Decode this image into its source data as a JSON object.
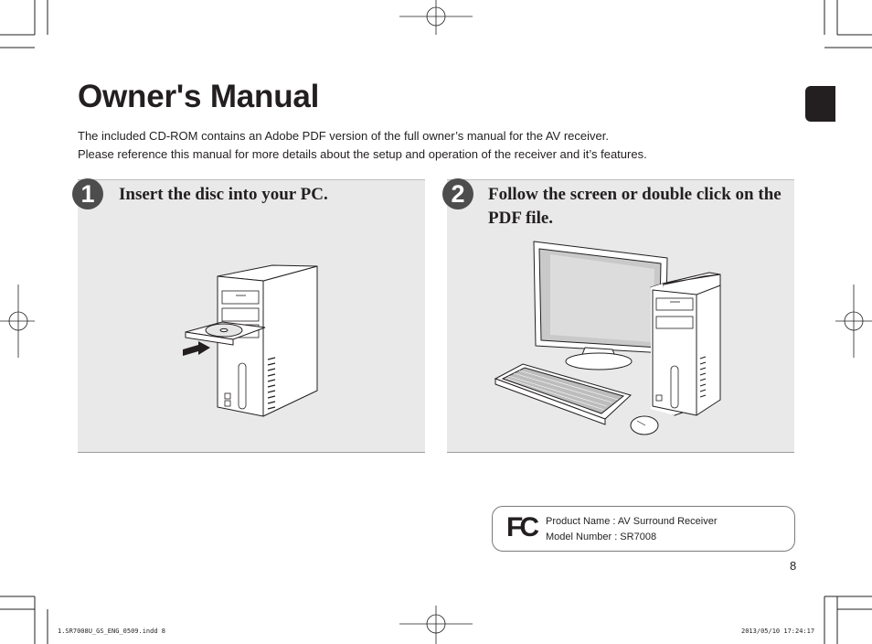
{
  "title": "Owner's Manual",
  "intro": {
    "line1": "The included CD-ROM contains an Adobe PDF version of the full owner’s manual for the AV receiver.",
    "line2": "Please reference this manual for more details about the setup and operation of the receiver and it’s features."
  },
  "steps": [
    {
      "number": "1",
      "text": "Insert the disc into your PC."
    },
    {
      "number": "2",
      "line1": "Follow the screen or double click on the",
      "line2": "PDF file."
    }
  ],
  "fcc": {
    "logo_text": "FC",
    "product": "Product Name : AV Surround Receiver",
    "model": "Model Number : SR7008"
  },
  "page_number": "8",
  "slug": {
    "file": "1.SR7008U_GS_ENG_0509.indd   8",
    "date": "2013/05/10   17:24:17"
  },
  "colors": {
    "panel": "#e9e9e9",
    "badge": "#4d4d4d",
    "text": "#231f20"
  }
}
